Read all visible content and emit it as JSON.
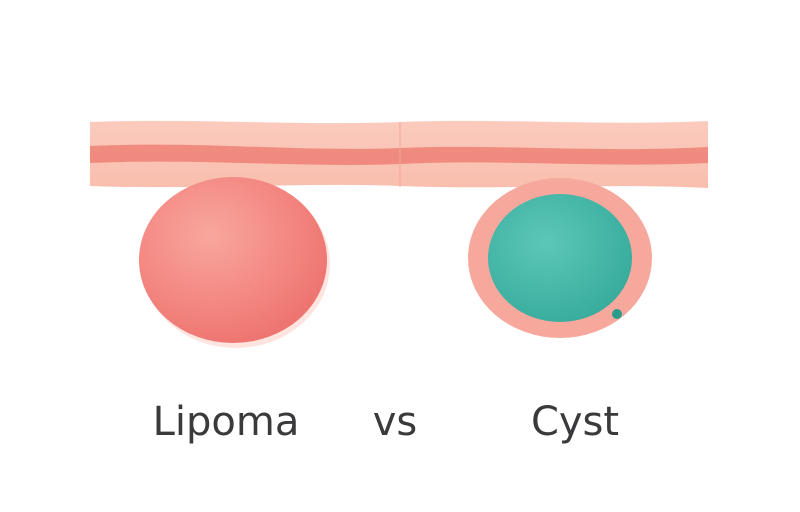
{
  "labels": {
    "left": "Lipoma",
    "middle": "vs",
    "right": "Cyst"
  },
  "colors": {
    "skin_light": "#fbc7b8",
    "skin_band": "#ee8479",
    "lipoma_fill": "#f27d78",
    "lipoma_highlight": "#f7a39a",
    "cyst_capsule": "#f7a79c",
    "cyst_fill": "#3fb5a6",
    "cyst_dot": "#2a9c8c",
    "text": "#3a3a3c"
  }
}
